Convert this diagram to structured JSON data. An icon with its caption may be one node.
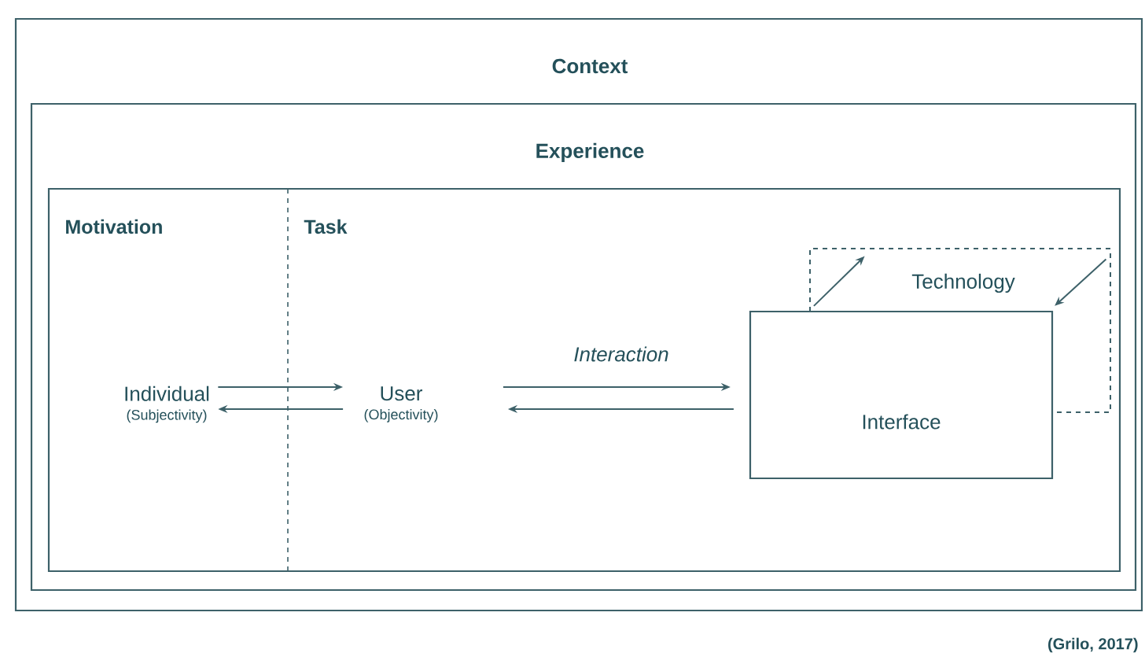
{
  "diagram": {
    "caption": "(Grilo, 2017)",
    "nodes": [
      {
        "text": [
          "Context"
        ]
      },
      {
        "text": [
          "Experience"
        ],
        "in": 0
      },
      {
        "text": [
          "Motivation",
          "Task"
        ],
        "in": 1
      },
      {
        "text": [
          "Individual",
          "(Subjectivity)"
        ],
        "in": 2
      },
      {
        "text": [
          "User",
          "(Objectivity)"
        ],
        "in": 2
      },
      {
        "text": [
          "Technology"
        ],
        "in": 2
      },
      {
        "text": [
          "Interface"
        ],
        "in": 2
      }
    ],
    "edges": [
      {
        "from": 3,
        "to": 4,
        "arrow": "to"
      },
      {
        "from": 4,
        "to": 3,
        "arrow": "to"
      },
      {
        "from": 4,
        "to": 6,
        "arrow": "to",
        "label": "Interaction"
      },
      {
        "from": 6,
        "to": 4,
        "arrow": "to"
      },
      {
        "from": 6,
        "to": 5,
        "arrow": "to"
      },
      {
        "from": 5,
        "to": 6,
        "arrow": "to"
      }
    ]
  }
}
